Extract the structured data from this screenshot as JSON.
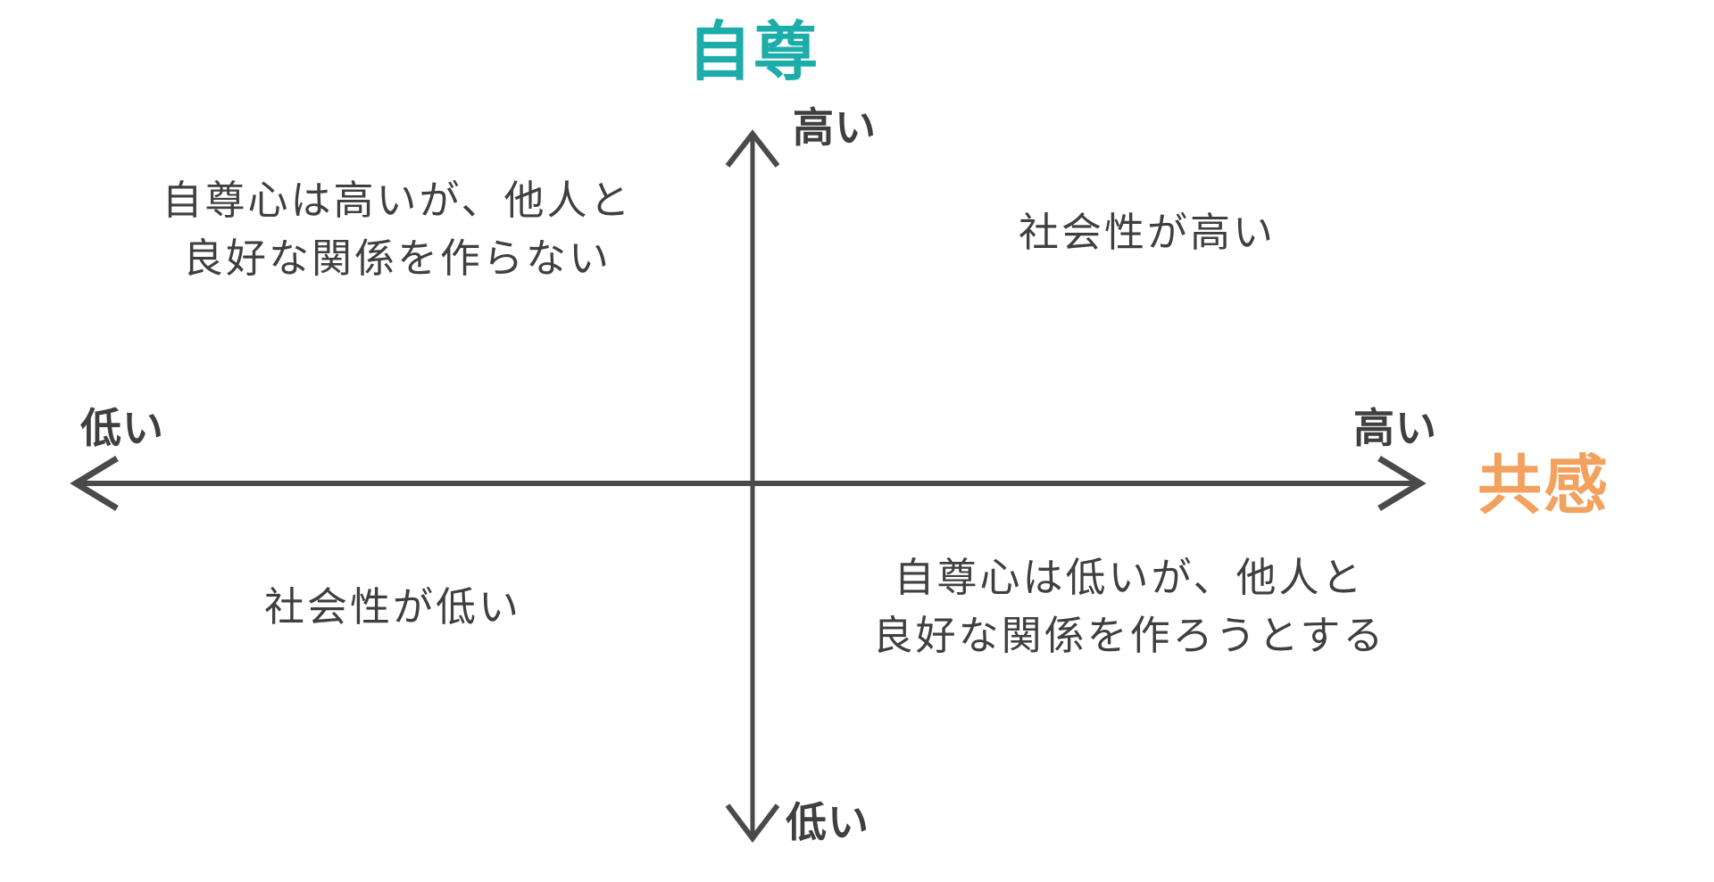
{
  "diagram": {
    "type": "two-axis-quadrant-matrix",
    "background_color": "#ffffff",
    "axis_line_color": "#4A4A4A",
    "text_color": "#3F3F3F",
    "vertical_axis": {
      "title": "自尊",
      "title_color": "#1CADAA",
      "high_label": "高い",
      "low_label": "低い"
    },
    "horizontal_axis": {
      "title": "共感",
      "title_color": "#F2A15E",
      "high_label": "高い",
      "low_label": "低い"
    },
    "quadrants": {
      "top_left": {
        "line1": "自尊心は高いが、他人と",
        "line2": "良好な関係を作らない"
      },
      "top_right": {
        "line1": "社会性が高い",
        "line2": ""
      },
      "bottom_left": {
        "line1": "社会性が低い",
        "line2": ""
      },
      "bottom_right": {
        "line1": "自尊心は低いが、他人と",
        "line2": "良好な関係を作ろうとする"
      }
    }
  }
}
